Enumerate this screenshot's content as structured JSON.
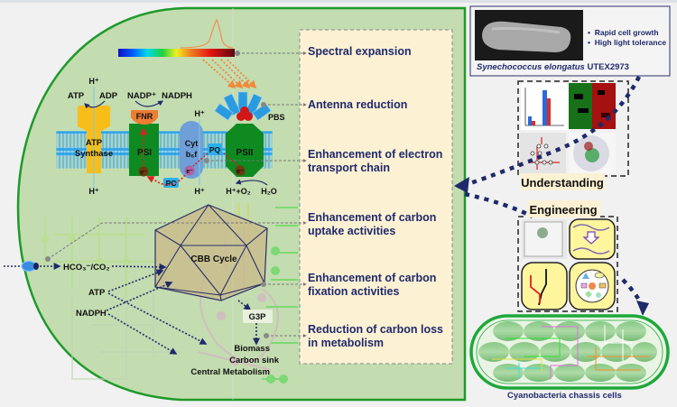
{
  "colors": {
    "cell_fill": "#c3dcb0",
    "cell_border": "#1e9a2a",
    "panel_fill": "#fdf1d4",
    "navy": "#1f2a6b",
    "membrane": "#3aa8e6",
    "psi_green": "#0e8a20",
    "atp_yellow": "#f7be1a",
    "fnr_orange": "#ee7d34",
    "cyt_blue": "#6f9fd8",
    "pbs_blue": "#2b9be0",
    "red_arrow": "#e02020"
  },
  "strategies": [
    {
      "line1": "Spectral expansion",
      "line2": ""
    },
    {
      "line1": "Antenna reduction",
      "line2": ""
    },
    {
      "line1": "Enhancement of electron",
      "line2": "transport chain"
    },
    {
      "line1": "Enhancement of carbon",
      "line2": "uptake activities"
    },
    {
      "line1": "Enhancement of carbon",
      "line2": "fixation activities"
    },
    {
      "line1": "Reduction of carbon loss",
      "line2": "in metabolism"
    }
  ],
  "photosynthesis": {
    "h_plus": "H⁺",
    "atp": "ATP",
    "adp": "ADP",
    "nadp": "NADP⁺",
    "nadph": "NADPH",
    "fnr": "FNR",
    "atp_synthase_1": "ATP",
    "atp_synthase_2": "Synthase",
    "psi": "PSI",
    "cyt_1": "Cyt",
    "cyt_2": "b₆f",
    "pq": "PQ",
    "psii": "PSII",
    "pbs": "PBS",
    "pc": "PC",
    "electron": "e⁻",
    "h_o2": "H⁺+O₂",
    "h2o": "H₂O"
  },
  "carbon": {
    "hco3": "HCO₃⁻/CO₂",
    "cbb": "CBB Cycle",
    "atp": "ATP",
    "nadph": "NADPH",
    "g3p": "G3P",
    "out1": "Biomass",
    "out2": "Carbon sink",
    "out3": "Central Metabolism"
  },
  "strain": {
    "bullet1": "Rapid cell growth",
    "bullet2": "High light tolerance",
    "name_italic": "Synechococcus elongatus",
    "name_code": " UTEX2973"
  },
  "understanding_label": "Understanding",
  "engineering_label": "Engineering",
  "chassis_label": "Cyanobacteria chassis cells"
}
